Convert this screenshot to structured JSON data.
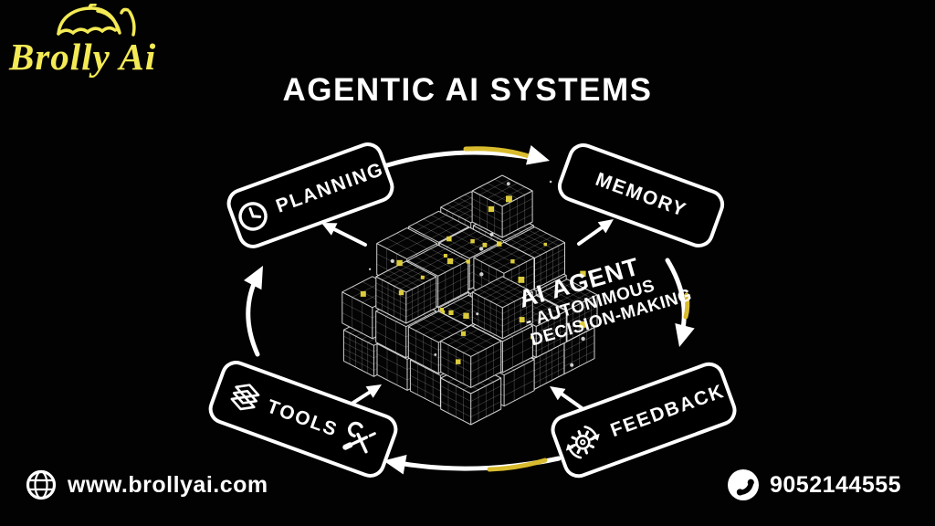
{
  "brand": {
    "name": "Brolly Ai",
    "icon": "umbrella-icon",
    "color": "#f3ea55"
  },
  "title": "AGENTIC AI SYSTEMS",
  "cycle": {
    "planning": {
      "label": "PLANNING",
      "icon": "clock-icon"
    },
    "memory": {
      "label": "MEMORY"
    },
    "tools": {
      "label": "TOOLS",
      "icon_left": "layers-icon",
      "icon_right": "wrench-screwdriver-icon"
    },
    "feedback": {
      "label": "FEEDBACK",
      "icon": "cycle-gear-icon"
    }
  },
  "center": {
    "heading": "AI AGENT",
    "line2": "- AUTONIMOUS",
    "line3": "DECISION-MAKING",
    "illustration": "wireframe-cube-cluster"
  },
  "footer": {
    "website": "www.brollyai.com",
    "phone": "9052144555"
  },
  "colors": {
    "background": "#000000",
    "foreground": "#ffffff",
    "accent_yellow": "#d9bc2e",
    "dot_yellow": "#e7d63e",
    "logo_yellow": "#f3ea55"
  }
}
